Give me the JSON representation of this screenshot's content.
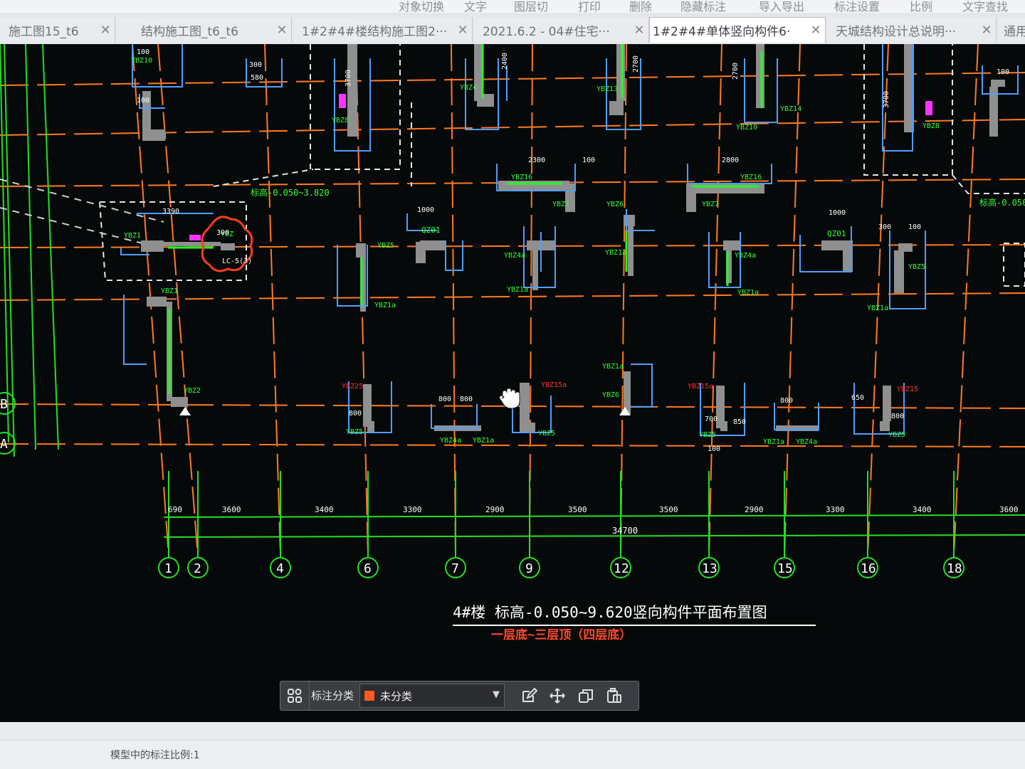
{
  "menu": {
    "items": [
      "对象切换",
      "文字",
      "图层切",
      "打印",
      "删除",
      "隐藏标注",
      "导入导出",
      "标注设置",
      "比例",
      "文字查找"
    ]
  },
  "tabs": [
    {
      "label": "施工图15_t6"
    },
    {
      "label": "结构施工图_t6_t6"
    },
    {
      "label": "1#2#4#楼结构施工图2···"
    },
    {
      "label": "2021.6.2 - 04#住宅···"
    },
    {
      "label": "1#2#4#单体竖向构件6·"
    },
    {
      "label": "天城结构设计总说明···"
    },
    {
      "label": "通用"
    }
  ],
  "drawing": {
    "title": "4#楼 标高-0.050~9.620竖向构件平面布置图",
    "subtitle": "一层底~三层顶（四层底）",
    "axis_numbers": [
      "1",
      "2",
      "4",
      "6",
      "7",
      "9",
      "12",
      "13",
      "15",
      "16",
      "18"
    ],
    "axis_letters": [
      "B",
      "A"
    ],
    "spans": [
      "690",
      "3600",
      "3400",
      "3300",
      "2900",
      "3500",
      "3500",
      "2900",
      "3300",
      "3400",
      "3600"
    ],
    "total": "34700",
    "elevation_note": "标高-0.050~3.820",
    "wall_labels_top": [
      "YBZ10",
      "YBZ8",
      "YBZ4",
      "YBZ13",
      "YBZ14",
      "YBZ10",
      "YBZ8"
    ],
    "wall_labels_mid": [
      "YBZ1",
      "YBZ5",
      "YBZ16",
      "YBZ7",
      "YBZ6",
      "YBZ16",
      "YBZ7",
      "YBZ5"
    ],
    "wall_labels_low": [
      "YBZ1",
      "YBZ1a",
      "YBZ4a",
      "YBZ1a",
      "YBZ1a",
      "YBZ4a",
      "YBZ1a",
      "YBZ1a"
    ],
    "wall_labels_bottom": [
      "YBZ2",
      "YBZ25",
      "YBZ15a",
      "YBZ1a",
      "YBZ15a",
      "YBZ15"
    ],
    "bottom_tags": [
      "YBZ5",
      "YBZ4a",
      "YBZ1a",
      "YBZ5",
      "YBZ6",
      "YBZ5",
      "YBZ1a",
      "YBZ4a",
      "YBZ5"
    ],
    "opening_tags": [
      "QZ01",
      "QZ01"
    ],
    "dims_top": [
      "100",
      "300",
      "580",
      "100",
      "2400",
      "2700",
      "2700",
      "3700",
      "3700",
      "100"
    ],
    "dims_mid": [
      "3390",
      "300",
      "1000",
      "2300",
      "100",
      "2800",
      "1000",
      "300",
      "100"
    ],
    "dims_low": [
      "800",
      "800",
      "800",
      "800",
      "700",
      "800",
      "650",
      "100",
      "850"
    ],
    "cloud_tag": "LC-5(3)"
  },
  "toolbar": {
    "label": "标注分类",
    "select_value": "未分类",
    "swatch_color": "#ff5a1f",
    "icons": [
      "grid-icon",
      "edit-icon",
      "move-icon",
      "copy-icon",
      "paste-icon"
    ]
  },
  "status": {
    "text": "模型中的标注比例:1"
  },
  "colors": {
    "canvas": "#06090a",
    "axis": "#ff7a1f",
    "grid_green": "#22e022",
    "wall_blue": "#4f9fff",
    "label_green": "#33ff33",
    "label_red": "#ff3030",
    "wall_fill": "#8f8f8f"
  }
}
